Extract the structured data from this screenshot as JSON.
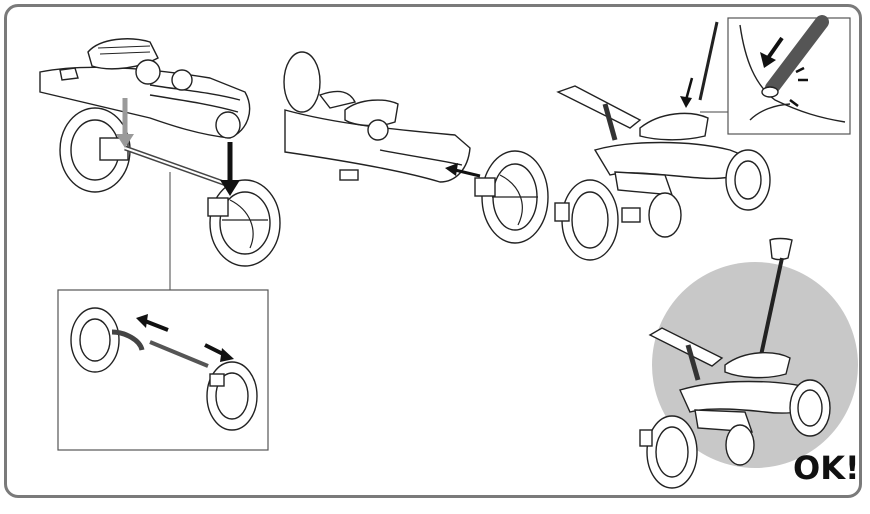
{
  "diagram": {
    "final_label": "OK!",
    "colors": {
      "frame": "#7a7a7a",
      "line": "#222222",
      "grey_arrow": "#9a9a9a",
      "circle_bg": "#c8c8c8",
      "inset_border": "#555555"
    },
    "steps": [
      {
        "name": "insert-axle-step"
      },
      {
        "name": "attach-rear-wheel-step"
      },
      {
        "name": "insert-pin-step"
      },
      {
        "name": "push-handle-final-step"
      }
    ],
    "insets": [
      {
        "name": "axle-detail-inset"
      },
      {
        "name": "pin-detail-inset"
      }
    ]
  }
}
